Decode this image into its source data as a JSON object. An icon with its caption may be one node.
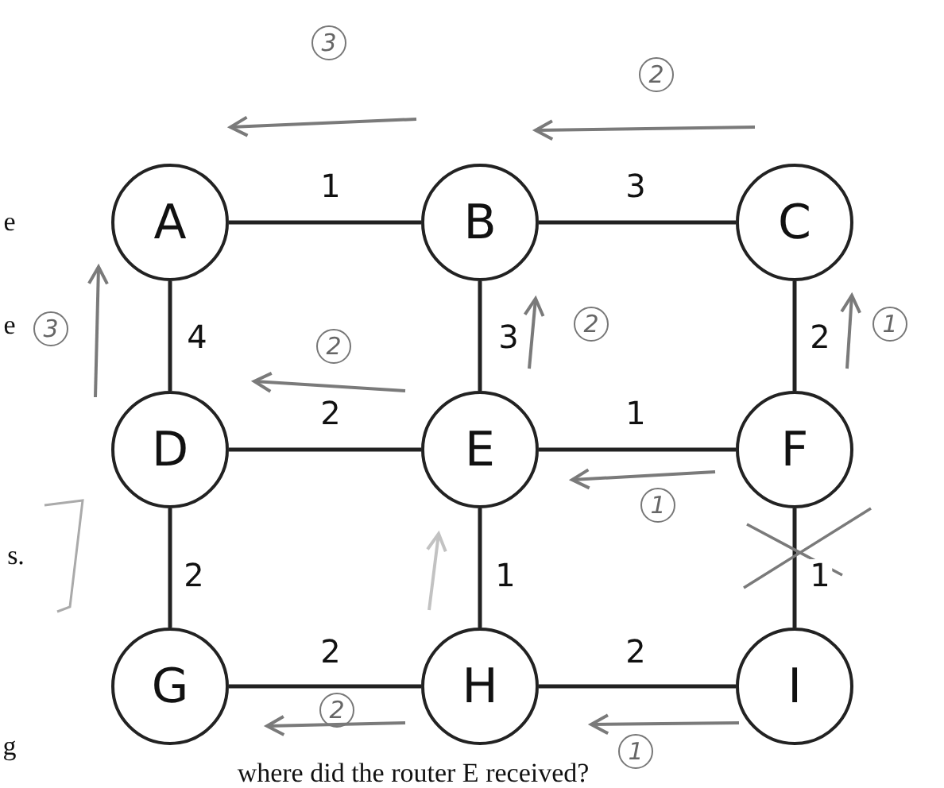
{
  "diagram": {
    "nodes": [
      {
        "text": [
          "A"
        ]
      },
      {
        "text": [
          "B"
        ]
      },
      {
        "text": [
          "C"
        ]
      },
      {
        "text": [
          "D"
        ]
      },
      {
        "text": [
          "E"
        ]
      },
      {
        "text": [
          "F"
        ]
      },
      {
        "text": [
          "G"
        ]
      },
      {
        "text": [
          "H"
        ]
      },
      {
        "text": [
          "I"
        ]
      }
    ],
    "edges": [
      {
        "from": 0,
        "to": 1,
        "arrow": "none",
        "label": "1"
      },
      {
        "from": 1,
        "to": 2,
        "arrow": "none",
        "label": "3"
      },
      {
        "from": 0,
        "to": 3,
        "arrow": "none",
        "label": "4"
      },
      {
        "from": 1,
        "to": 4,
        "arrow": "none",
        "label": "3"
      },
      {
        "from": 2,
        "to": 5,
        "arrow": "none",
        "label": "2"
      },
      {
        "from": 3,
        "to": 4,
        "arrow": "none",
        "label": "2"
      },
      {
        "from": 4,
        "to": 5,
        "arrow": "none",
        "label": "1"
      },
      {
        "from": 3,
        "to": 6,
        "arrow": "none",
        "label": "2"
      },
      {
        "from": 4,
        "to": 7,
        "arrow": "none",
        "label": "1"
      },
      {
        "from": 5,
        "to": 8,
        "arrow": "none",
        "label": "1"
      },
      {
        "from": 6,
        "to": 7,
        "arrow": "none",
        "label": "2"
      },
      {
        "from": 7,
        "to": 8,
        "arrow": "none",
        "label": "2"
      }
    ],
    "labels": [
      "3",
      "2",
      "e",
      "3",
      "e",
      "2",
      "2",
      "1",
      "1",
      "s.",
      "2",
      "1",
      "g",
      "where did the router E received?"
    ]
  }
}
